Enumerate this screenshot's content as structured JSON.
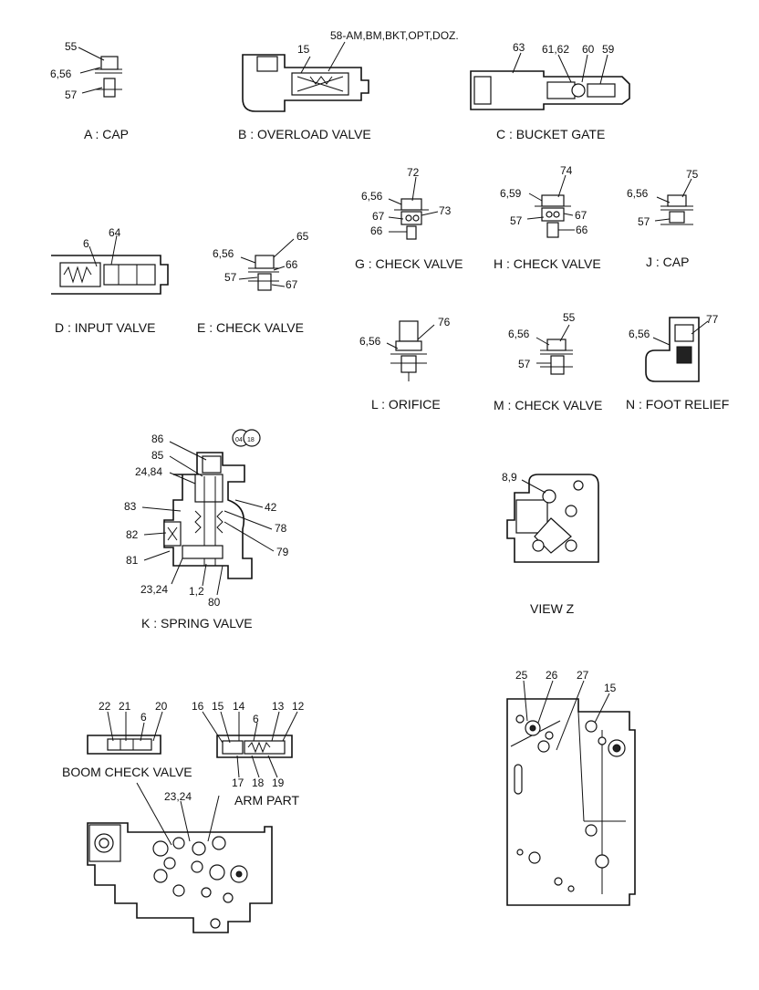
{
  "captions": {
    "a": "A : CAP",
    "b": "B : OVERLOAD VALVE",
    "c": "C : BUCKET GATE",
    "d": "D : INPUT VALVE",
    "e": "E : CHECK VALVE",
    "g": "G : CHECK VALVE",
    "h": "H : CHECK VALVE",
    "j": "J : CAP",
    "l": "L : ORIFICE",
    "m": "M : CHECK VALVE",
    "n": "N : FOOT RELIEF",
    "k": "K : SPRING VALVE",
    "viewz": "VIEW  Z",
    "boom": "BOOM CHECK VALVE",
    "arm": "ARM PART"
  },
  "callouts": {
    "a": [
      "55",
      "6,56",
      "57"
    ],
    "b": [
      "15",
      "58-AM,BM,BKT,OPT,DOZ."
    ],
    "c": [
      "63",
      "61,62",
      "60",
      "59"
    ],
    "d": [
      "6",
      "64"
    ],
    "e": [
      "6,56",
      "65",
      "66",
      "57",
      "67"
    ],
    "g": [
      "72",
      "6,56",
      "73",
      "67",
      "66"
    ],
    "h": [
      "74",
      "6,59",
      "67",
      "57",
      "66"
    ],
    "j": [
      "75",
      "6,56",
      "57"
    ],
    "l": [
      "76",
      "6,56"
    ],
    "m": [
      "55",
      "6,56",
      "57"
    ],
    "n": [
      "77",
      "6,56"
    ],
    "k": [
      "86",
      "85",
      "24,84",
      "83",
      "82",
      "81",
      "23,24",
      "1,2",
      "80",
      "42",
      "78",
      "79"
    ],
    "k_badge": [
      "04",
      "18"
    ],
    "viewz": [
      "8,9"
    ],
    "body": [
      "25",
      "26",
      "27",
      "15"
    ],
    "boom": [
      "22",
      "21",
      "20",
      "6"
    ],
    "arm": [
      "16",
      "15",
      "14",
      "6",
      "13",
      "12",
      "17",
      "18",
      "19"
    ],
    "lower": [
      "23,24"
    ]
  }
}
